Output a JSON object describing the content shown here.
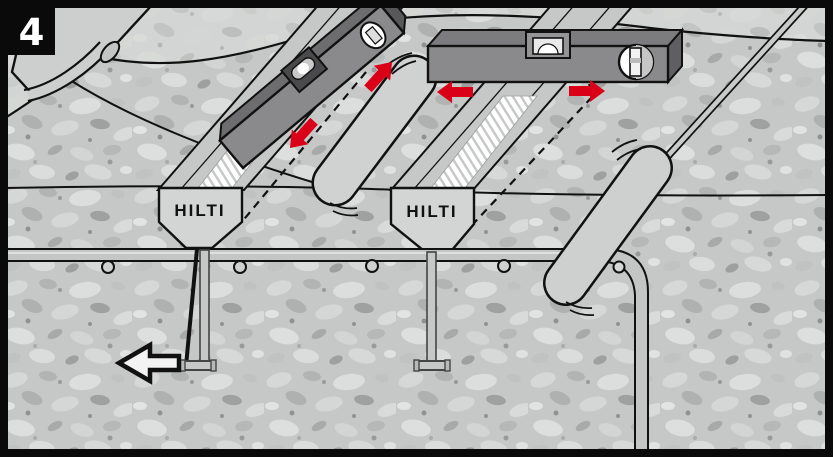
{
  "figure": {
    "kind": "instruction-step-illustration",
    "step_badge": "4",
    "funnel_labels": [
      "HILTI",
      "HILTI"
    ],
    "colors": {
      "accent_red": "#d90018",
      "outline_black": "#111111",
      "concrete_base": "#c6c8c7",
      "concrete_light": "#d3d5d4",
      "tool_gray": "#8a8a8c",
      "tool_gray_dark": "#5f5f61",
      "object_gray": "#d2d4d3",
      "frame_black": "#0a0a0a",
      "vial_white": "#ffffff"
    },
    "icons": [
      "red-arrow-up-right-icon",
      "red-arrow-down-left-icon",
      "red-arrow-left-icon",
      "red-arrow-right-icon",
      "outline-arrow-left-icon",
      "motion-marks-icon",
      "bubble-vial-icon",
      "circular-vial-icon"
    ]
  }
}
